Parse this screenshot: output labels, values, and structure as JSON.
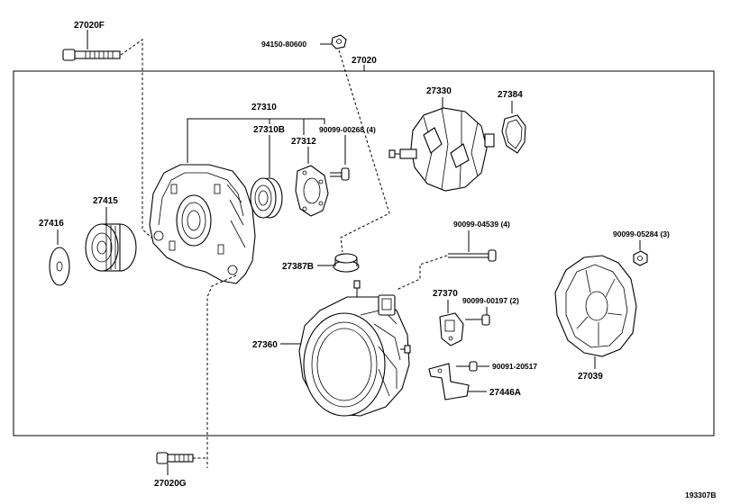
{
  "diagram": {
    "ref_code": "193307B",
    "labels": {
      "p27020F": "27020F",
      "p94150": "94150-80600",
      "p27020": "27020",
      "p27310": "27310",
      "p27310B": "27310B",
      "p27312": "27312",
      "p90099_00268": "90099-00268 (4)",
      "p27330": "27330",
      "p27384": "27384",
      "p27415": "27415",
      "p27416": "27416",
      "p90099_04539": "90099-04539 (4)",
      "p90099_05284": "90099-05284 (3)",
      "p27387B": "27387B",
      "p27370": "27370",
      "p90099_00197": "90099-00197 (2)",
      "p27360": "27360",
      "p90091_20517": "90091-20517",
      "p27039": "27039",
      "p27446A": "27446A",
      "p27020G": "27020G"
    }
  }
}
